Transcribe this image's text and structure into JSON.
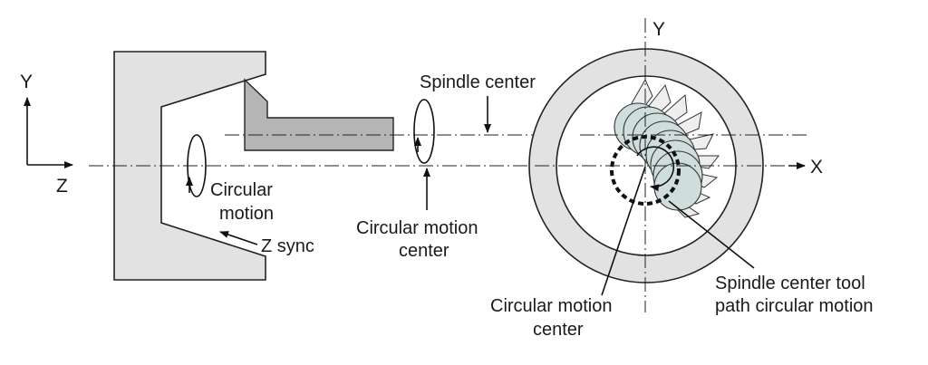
{
  "diagram": {
    "axes_left": {
      "y_label": "Y",
      "z_label": "Z"
    },
    "axes_right": {
      "y_label": "Y",
      "x_label": "X"
    },
    "labels": {
      "circular_motion_1": "Circular",
      "circular_motion_2": "motion",
      "z_sync": "Z sync",
      "spindle_center": "Spindle center",
      "cm_center_mid_1": "Circular motion",
      "cm_center_mid_2": "center",
      "cm_center_right_1": "Circular motion",
      "cm_center_right_2": "center",
      "tool_path_1": "Spindle center tool",
      "tool_path_2": "path circular motion"
    },
    "colors": {
      "body_gray": "#e2e2e2",
      "tool_dark": "#b5b5b5",
      "disc_teal": "#cfdedd",
      "line": "#111111"
    }
  }
}
